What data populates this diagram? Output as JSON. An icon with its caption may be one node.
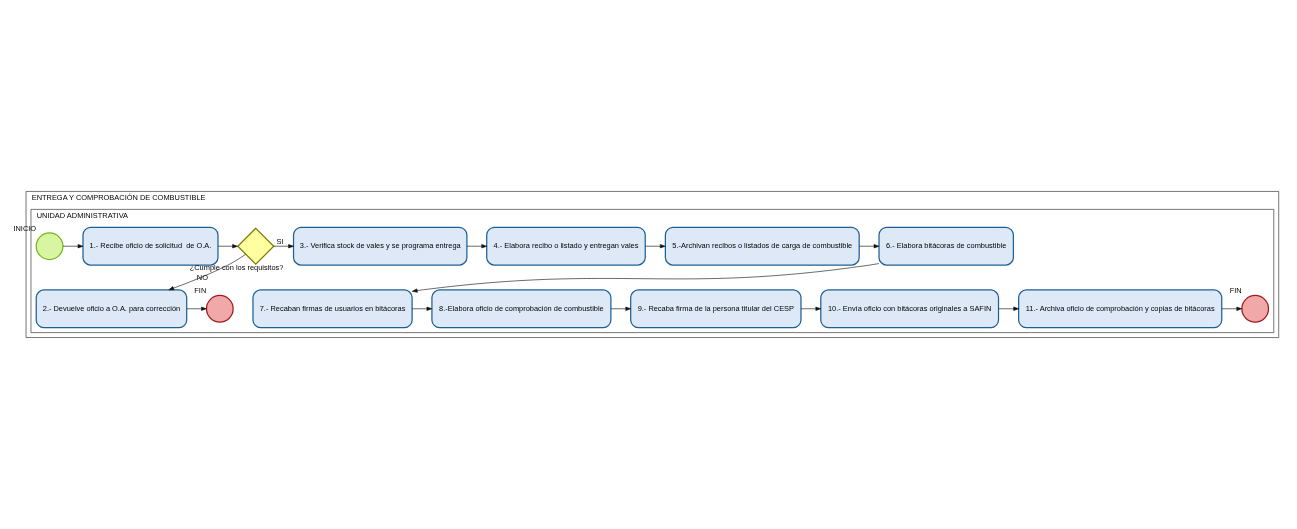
{
  "diagram": {
    "nodes": [
      {
        "text": [
          "ENTREGA Y COMPROBACIÓN DE COMBUSTIBLE"
        ]
      },
      {
        "text": [
          "UNIDAD ADMINISTRATIVA"
        ],
        "in": 0
      },
      {
        "text": [],
        "shape": "circle",
        "in": 1,
        "beside": [
          "INICIO"
        ]
      },
      {
        "text": [
          "1.- Recibe oficio de solicitud  de O.A."
        ],
        "in": 1
      },
      {
        "text": [],
        "shape": "diamond",
        "in": 1,
        "beside": [
          "¿Cumple con los requisitos?"
        ]
      },
      {
        "text": [
          "2.- Devuelve oficio a O.A. para corrección"
        ],
        "in": 1
      },
      {
        "text": [],
        "shape": "circle",
        "in": 1,
        "beside": [
          "FIN"
        ]
      },
      {
        "text": [
          "3.- Verifica stock de vales y se programa entrega"
        ],
        "in": 1
      },
      {
        "text": [
          "4.- Elabora recibo o listado y entregan vales"
        ],
        "in": 1
      },
      {
        "text": [
          "5.-Archivan recibos o listados de carga de combustible"
        ],
        "in": 1
      },
      {
        "text": [
          "6.- Elabora bitácoras de combustible"
        ],
        "in": 1
      },
      {
        "text": [
          "7.- Recaban firmas de usuarios en bitácoras"
        ],
        "in": 1
      },
      {
        "text": [
          "8.-Elabora oficio de comprobación de combustible"
        ],
        "in": 1
      },
      {
        "text": [
          "9.- Recaba firma de la persona titular del CESP"
        ],
        "in": 1
      },
      {
        "text": [
          "10.- Envía oficio con bitácoras originales a SAFIN"
        ],
        "in": 1
      },
      {
        "text": [
          "11.- Archiva oficio de comprobación y copias de bitácoras"
        ],
        "in": 1
      },
      {
        "text": [],
        "shape": "circle",
        "in": 1,
        "beside": [
          "FIN"
        ]
      }
    ],
    "edges": [
      {
        "from": 2,
        "to": 3,
        "arrow": "to"
      },
      {
        "from": 3,
        "to": 4,
        "arrow": "to"
      },
      {
        "from": 4,
        "to": 7,
        "arrow": "to",
        "label": "SI"
      },
      {
        "from": 4,
        "to": 5,
        "arrow": "to",
        "label": "NO"
      },
      {
        "from": 5,
        "to": 6,
        "arrow": "to"
      },
      {
        "from": 7,
        "to": 8,
        "arrow": "to"
      },
      {
        "from": 8,
        "to": 9,
        "arrow": "to"
      },
      {
        "from": 9,
        "to": 10,
        "arrow": "to"
      },
      {
        "from": 10,
        "to": 11,
        "arrow": "to"
      },
      {
        "from": 11,
        "to": 12,
        "arrow": "to"
      },
      {
        "from": 12,
        "to": 13,
        "arrow": "to"
      },
      {
        "from": 13,
        "to": 14,
        "arrow": "to"
      },
      {
        "from": 14,
        "to": 15,
        "arrow": "to"
      },
      {
        "from": 15,
        "to": 16,
        "arrow": "to"
      }
    ]
  }
}
